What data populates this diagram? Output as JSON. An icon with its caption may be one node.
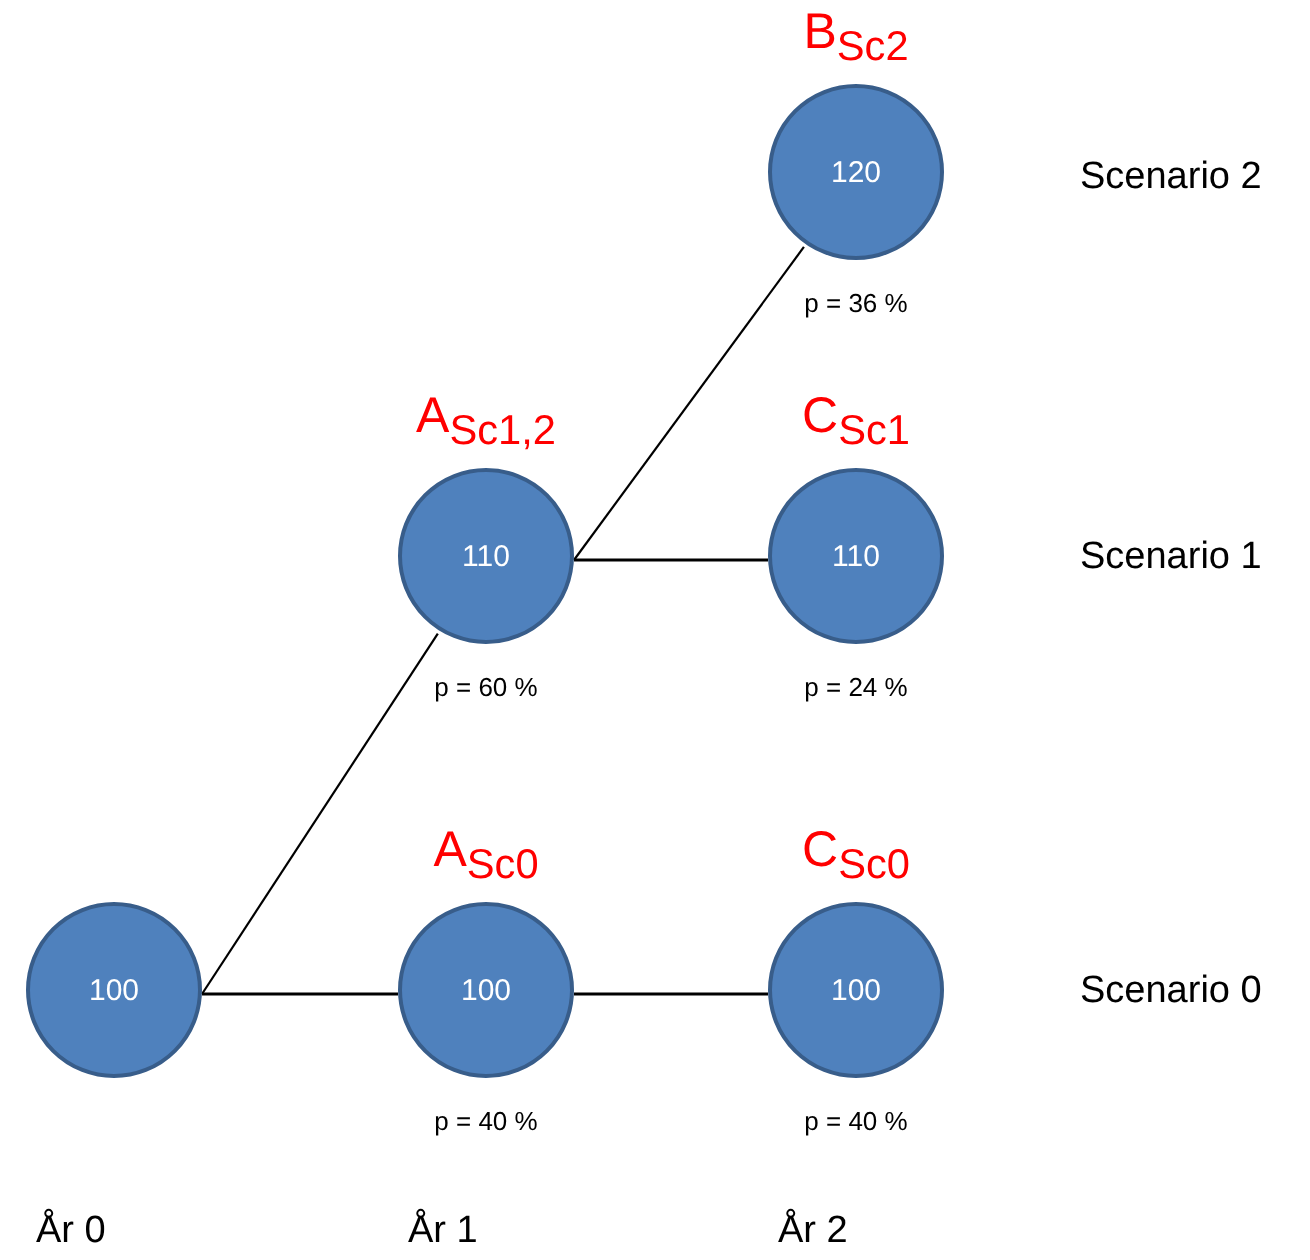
{
  "diagram": {
    "nodes": [
      {
        "text": [
          "B$_{Sc2}$",
          "120"
        ],
        "beside": [
          "p = 36 %"
        ]
      },
      {
        "text": [
          "A$_{Sc1,2}$",
          "110"
        ],
        "beside": [
          "p = 60 %"
        ]
      },
      {
        "text": [
          "C$_{Sc1}$",
          "110"
        ],
        "beside": [
          "p = 24 %"
        ]
      },
      {
        "text": [
          "100"
        ]
      },
      {
        "text": [
          "A$_{Sc0}$",
          "100"
        ],
        "beside": [
          "p = 40 %"
        ]
      },
      {
        "text": [
          "C$_{Sc0}$",
          "100"
        ],
        "beside": [
          "p = 40 %"
        ]
      }
    ],
    "edges": [
      {
        "from": 3,
        "to": 1,
        "arrow": "none"
      },
      {
        "from": 1,
        "to": 0,
        "arrow": "none"
      },
      {
        "from": 1,
        "to": 2,
        "arrow": "none"
      },
      {
        "from": 3,
        "to": 4,
        "arrow": "none"
      },
      {
        "from": 4,
        "to": 5,
        "arrow": "none"
      }
    ],
    "labels": [
      "Scenario 2",
      "Scenario 1",
      "Scenario 0",
      "År 0",
      "År 1",
      "År 2"
    ]
  }
}
